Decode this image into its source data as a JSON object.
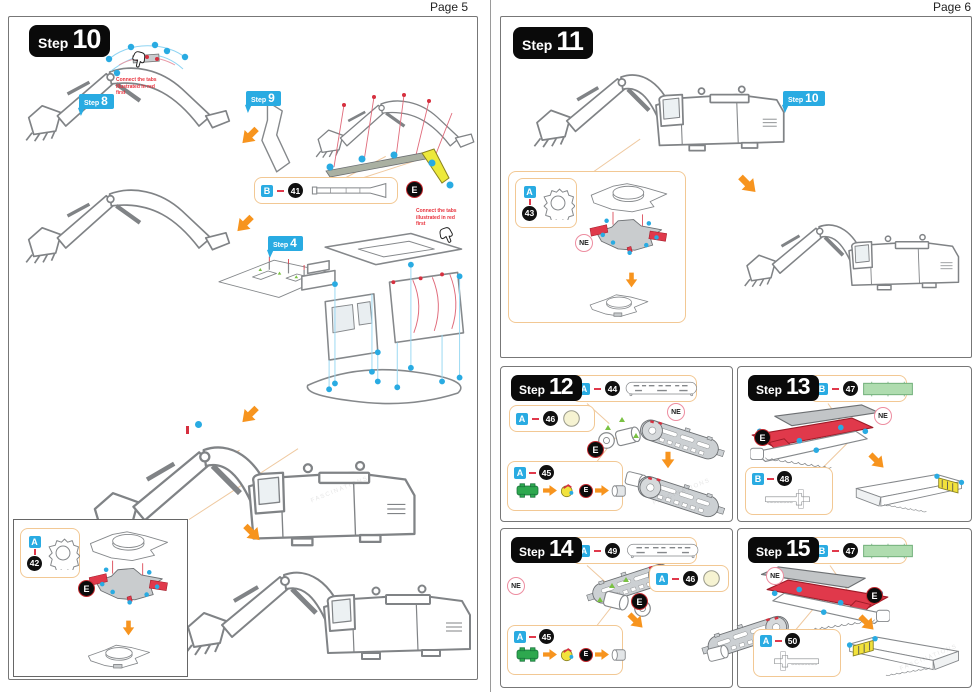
{
  "watermark": "FASCINATIONS",
  "icons": {
    "direction_arrow": "orange-arrow-icon",
    "connect_hint": "pointing-hand-icon"
  },
  "colors": {
    "accent_blue": "#29ABE2",
    "arrow_orange": "#F7941E",
    "part_red": "#E0394B",
    "part_green": "#2EA84F",
    "part_pale_green": "#AFDCAF",
    "pale_yellow": "#F6F3D2",
    "callout_border": "#F2C894"
  },
  "page5": {
    "label": "Page 5",
    "step_badge": {
      "word": "Step",
      "num": "10"
    },
    "ref_step8": {
      "word": "Step",
      "num": "8"
    },
    "ref_step9": {
      "word": "Step",
      "num": "9"
    },
    "ref_step4": {
      "word": "Step",
      "num": "4"
    },
    "connect_note": "Connect the tabs illustrated in red first",
    "callout_b41": {
      "letter": "B",
      "num": "41"
    },
    "callout_a42": {
      "letter": "A",
      "num": "42"
    },
    "marker_e": "E"
  },
  "page6": {
    "label": "Page 6",
    "step11": {
      "badge": {
        "word": "Step",
        "num": "11"
      },
      "ref_step10": {
        "word": "Step",
        "num": "10"
      },
      "callout_a43": {
        "letter": "A",
        "num": "43"
      },
      "marker_ne": "NE"
    },
    "step12": {
      "badge": {
        "word": "Step",
        "num": "12"
      },
      "callout_a44": {
        "letter": "A",
        "num": "44"
      },
      "callout_a46": {
        "letter": "A",
        "num": "46"
      },
      "callout_a45": {
        "letter": "A",
        "num": "45"
      },
      "marker_ne": "NE",
      "marker_e_main": "E",
      "marker_e_seq": "E"
    },
    "step13": {
      "badge": {
        "word": "Step",
        "num": "13"
      },
      "callout_b47": {
        "letter": "B",
        "num": "47"
      },
      "callout_b48": {
        "letter": "B",
        "num": "48"
      },
      "marker_ne": "NE",
      "marker_e": "E"
    },
    "step14": {
      "badge": {
        "word": "Step",
        "num": "14"
      },
      "callout_a49": {
        "letter": "A",
        "num": "49"
      },
      "callout_a46": {
        "letter": "A",
        "num": "46"
      },
      "callout_a45": {
        "letter": "A",
        "num": "45"
      },
      "marker_ne": "NE",
      "marker_e_main": "E",
      "marker_e_seq": "E"
    },
    "step15": {
      "badge": {
        "word": "Step",
        "num": "15"
      },
      "callout_b47": {
        "letter": "B",
        "num": "47"
      },
      "callout_a50": {
        "letter": "A",
        "num": "50"
      },
      "marker_ne": "NE",
      "marker_e": "E"
    }
  }
}
